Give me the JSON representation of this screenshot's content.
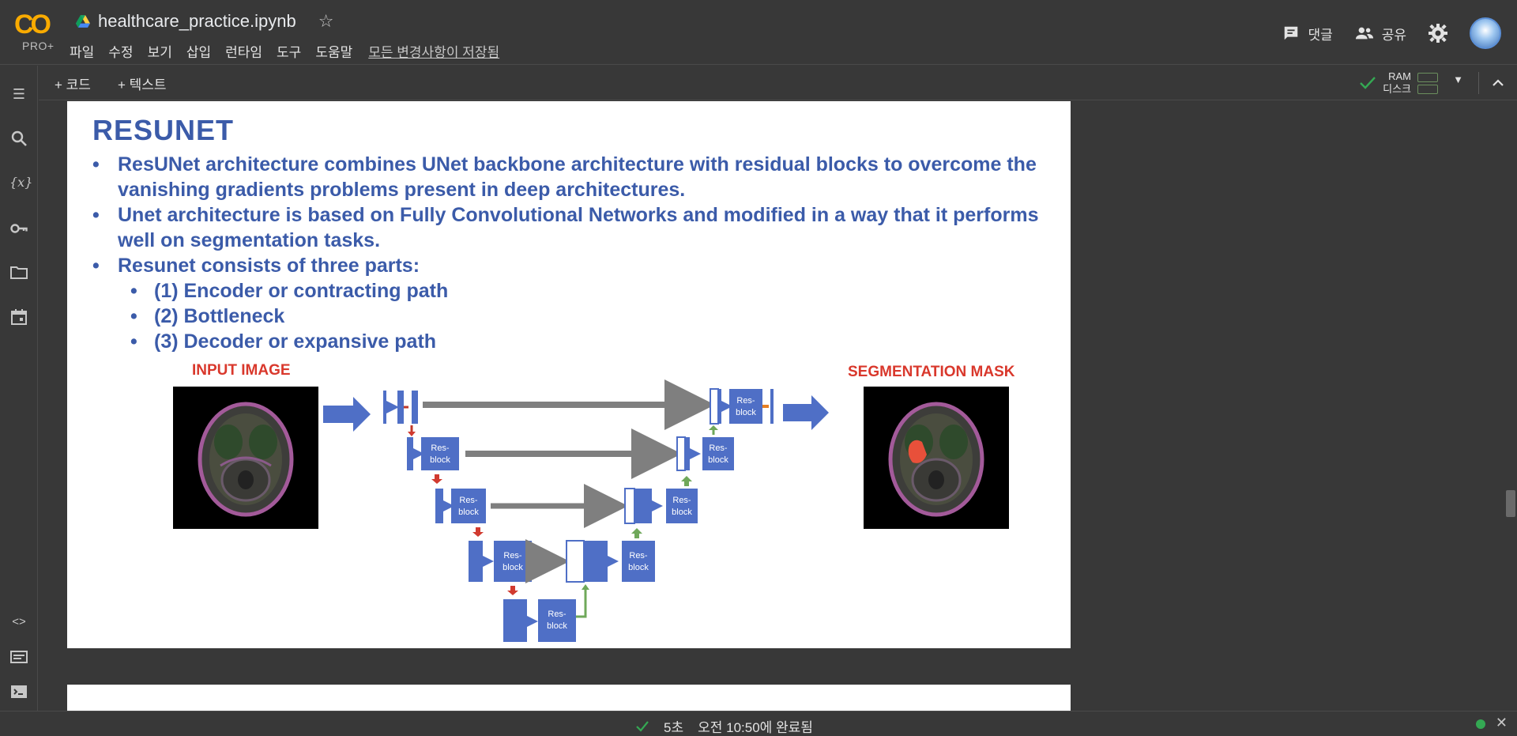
{
  "app": {
    "logo_text": "CO",
    "logo_tier": "PRO+",
    "notebook_title": "healthcare_practice.ipynb"
  },
  "menu": [
    "파일",
    "수정",
    "보기",
    "삽입",
    "런타임",
    "도구",
    "도움말"
  ],
  "saved_status": "모든 변경사항이 저장됨",
  "top_right": {
    "comment_label": "댓글",
    "share_label": "공유"
  },
  "toolbar": {
    "add_code": "+ 코드",
    "add_text": "+ 텍스트",
    "ram_label": "RAM",
    "disk_label": "디스크"
  },
  "slide": {
    "title": "RESUNET",
    "bullets": [
      "ResUNet architecture combines UNet backbone architecture with residual blocks to overcome the vanishing gradients problems present in deep architectures.",
      "Unet architecture is based on Fully Convolutional Networks and modified in a way that it performs well on segmentation tasks.",
      "Resunet consists of three parts:"
    ],
    "sub_bullets": [
      "(1) Encoder or contracting path",
      "(2) Bottleneck",
      "(3) Decoder or expansive path"
    ],
    "input_label": "INPUT IMAGE",
    "output_label": "SEGMENTATION MASK",
    "resblock_label_1": "Res-",
    "resblock_label_2": "block"
  },
  "colors": {
    "slide_text": "#3b5ba9",
    "label_red": "#d9382c",
    "block_blue": "#4f6fc6",
    "arrow_gray": "#7f7f7f",
    "down_arrow": "#d13a2f",
    "up_arrow": "#6fa85a",
    "status_ok": "#34a853"
  },
  "status_bar": {
    "duration": "5초",
    "completed": "오전 10:50에 완료됨"
  }
}
